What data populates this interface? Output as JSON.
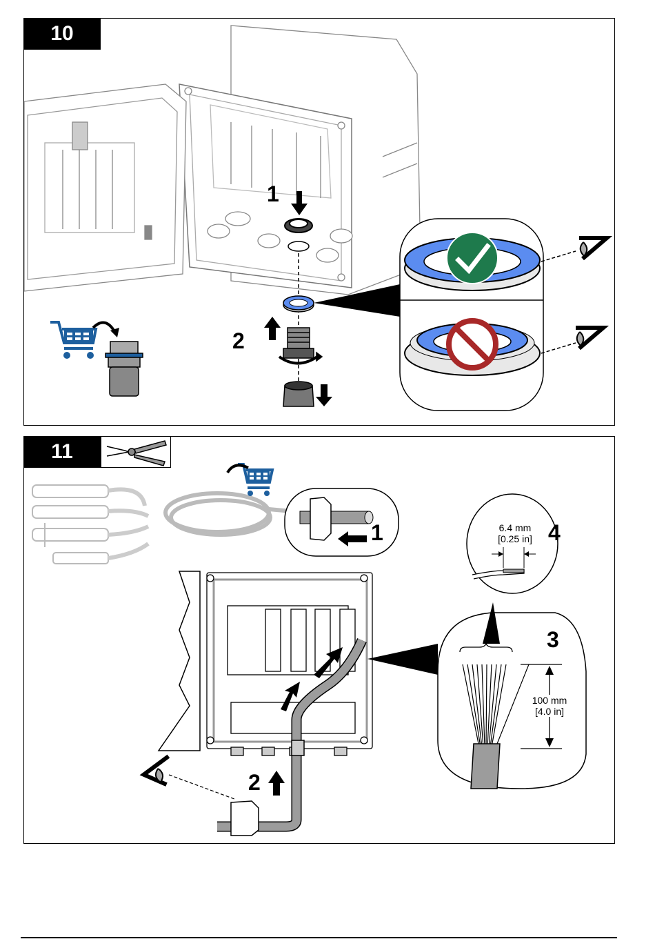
{
  "steps": [
    {
      "number": "10",
      "callouts": [
        "1",
        "2"
      ],
      "icons": [
        "shopping-cart-icon",
        "cable-gland-icon",
        "lock-nut-icon",
        "seal-ring-icon",
        "eye-icon",
        "check-circle-icon",
        "prohibited-circle-icon"
      ],
      "detail": {
        "correct": {
          "status": "correct",
          "ring_color": "#5b8cf0",
          "badge_color": "#1e7a4c"
        },
        "incorrect": {
          "status": "incorrect",
          "ring_color": "#5b8cf0",
          "badge_color": "#a82828"
        }
      }
    },
    {
      "number": "11",
      "tool_icon": "wire-stripper-icon",
      "callouts": [
        "1",
        "2",
        "3",
        "4"
      ],
      "icons": [
        "shopping-cart-icon",
        "sensor-probe-icon",
        "cable-coil-icon",
        "eye-icon",
        "cable-gland-icon"
      ],
      "dimensions": {
        "strip_length": {
          "metric": "6.4 mm",
          "imperial": "[0.25 in]"
        },
        "wire_length": {
          "metric": "100 mm",
          "imperial": "[4.0 in]"
        }
      }
    }
  ],
  "colors": {
    "cart_blue": "#1d5f9e",
    "ring_blue": "#5b8cf0",
    "check_green": "#1e7a4c",
    "prohibit_red": "#a82828",
    "cable_gray": "#9c9c9c"
  }
}
